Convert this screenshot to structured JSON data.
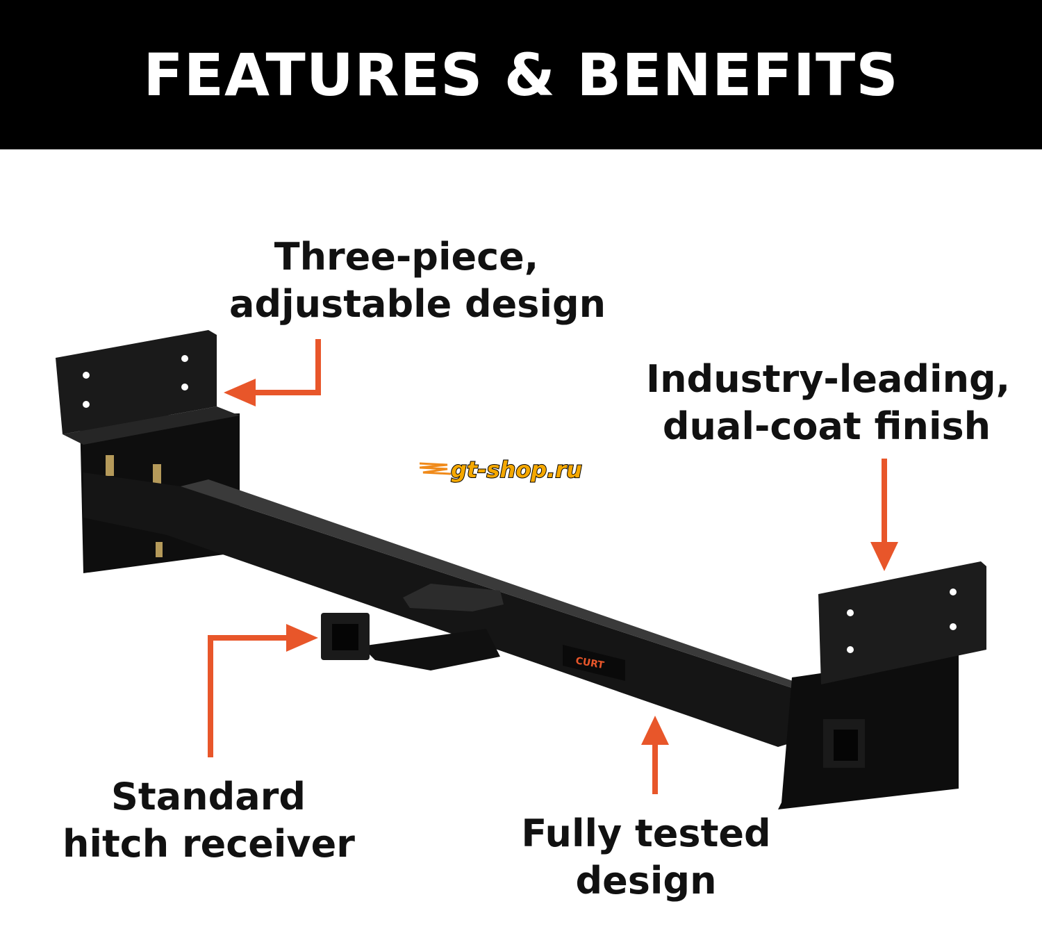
{
  "header": {
    "title": "FEATURES & BENEFITS"
  },
  "features": [
    {
      "line1": "Three-piece,",
      "line2": "adjustable design"
    },
    {
      "line1": "Industry-leading,",
      "line2": "dual-coat finish"
    },
    {
      "line1": "Standard",
      "line2": "hitch receiver"
    },
    {
      "line1": "Fully tested",
      "line2": "design"
    }
  ],
  "product": {
    "brand_label": "CURT"
  },
  "watermark": {
    "text": "gt-shop.ru"
  },
  "colors": {
    "arrow": "#e8562a",
    "header_bg": "#000000",
    "product": "#141414"
  }
}
